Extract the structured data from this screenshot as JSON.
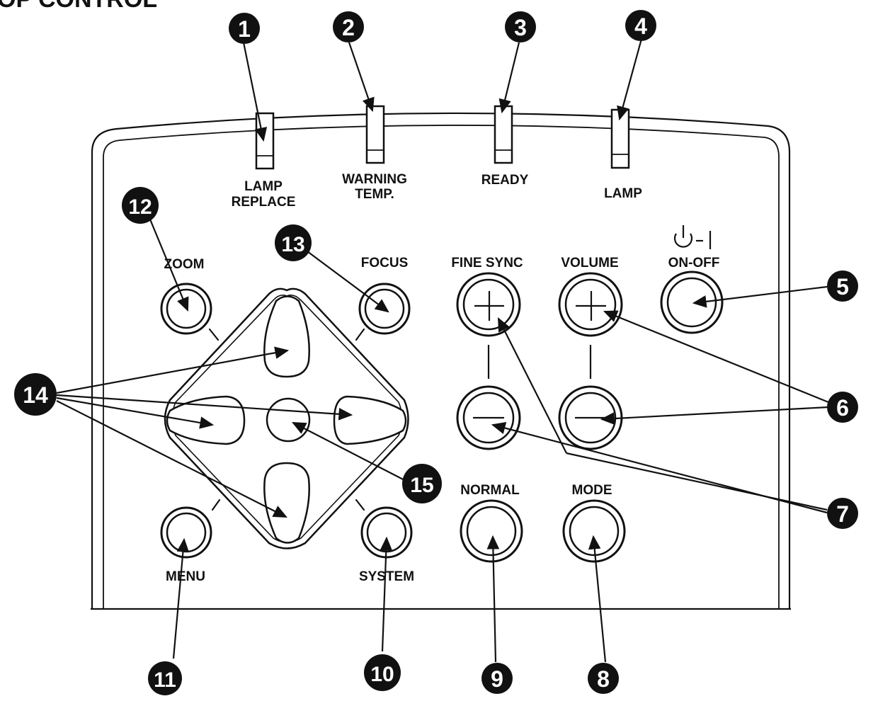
{
  "heading": "OP CONTROL",
  "indicators": {
    "lamp_replace": [
      "LAMP",
      "REPLACE"
    ],
    "warning_temp": [
      "WARNING",
      "TEMP."
    ],
    "ready": "READY",
    "lamp": "LAMP"
  },
  "buttons": {
    "zoom": "ZOOM",
    "focus": "FOCUS",
    "fine_sync": "FINE SYNC",
    "volume": "VOLUME",
    "on_off": "ON-OFF",
    "normal": "NORMAL",
    "mode": "MODE",
    "menu": "MENU",
    "system": "SYSTEM"
  },
  "power_symbol": "⏻-I",
  "callouts": [
    "1",
    "2",
    "3",
    "4",
    "5",
    "6",
    "7",
    "8",
    "9",
    "10",
    "11",
    "12",
    "13",
    "14",
    "15"
  ],
  "colors": {
    "ink": "#111111",
    "paper": "#ffffff"
  }
}
